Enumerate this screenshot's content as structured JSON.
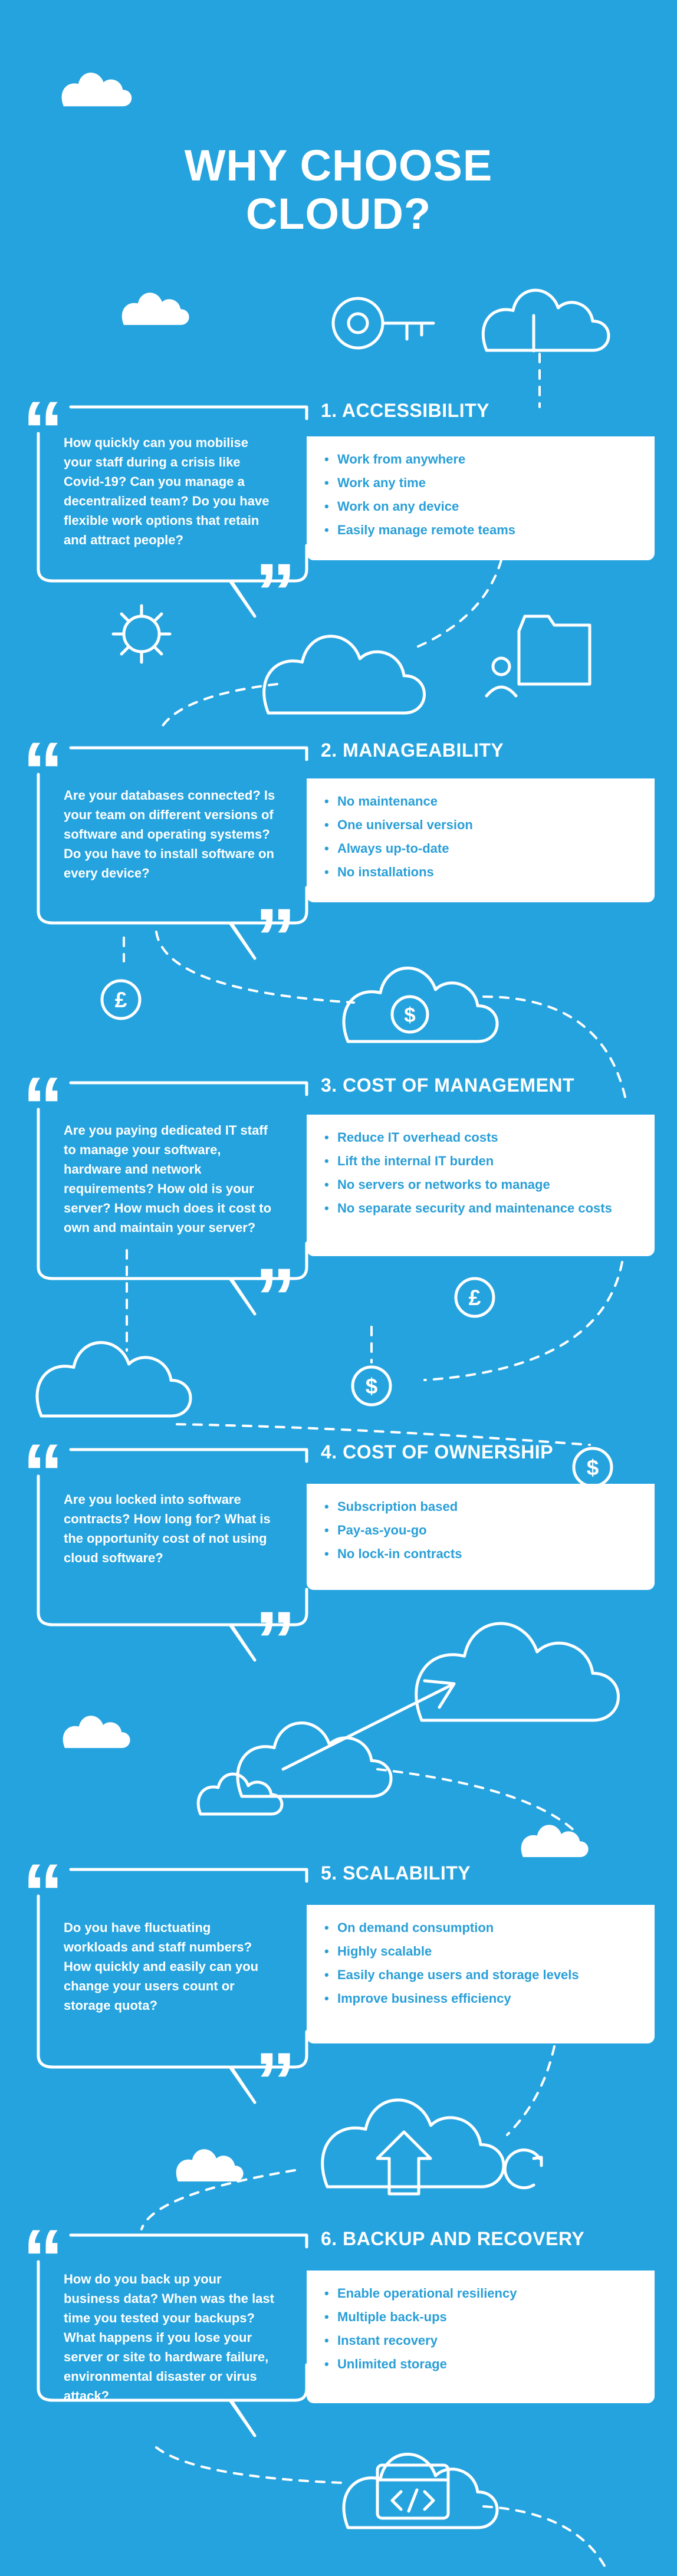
{
  "title": {
    "line1": "WHY CHOOSE",
    "line2": "CLOUD?"
  },
  "quote_mark": "“",
  "close_quote_mark": "”",
  "currency_icons": {
    "dollar": "$",
    "pound": "£"
  },
  "sections": [
    {
      "heading": "1. ACCESSIBILITY",
      "question": "How quickly can you mobilise your staff during a crisis like Covid-19? Can you manage a decentralized team? Do you have flexible work options that retain and attract people?",
      "benefits": [
        "Work from anywhere",
        "Work any time",
        "Work on any device",
        "Easily manage remote teams"
      ]
    },
    {
      "heading": "2. MANAGEABILITY",
      "question": "Are your databases connected? Is your team on different versions of software and operating systems? Do you have to install software on every device?",
      "benefits": [
        "No maintenance",
        "One universal version",
        "Always up-to-date",
        "No installations"
      ]
    },
    {
      "heading": "3. COST OF MANAGEMENT",
      "question": "Are you paying dedicated IT staff to manage your software, hardware and network requirements? How old is your server? How much does it cost to own and maintain your server?",
      "benefits": [
        "Reduce IT overhead costs",
        "Lift the internal IT burden",
        "No servers or networks to manage",
        "No separate security and maintenance costs"
      ]
    },
    {
      "heading": "4. COST OF OWNERSHIP",
      "question": "Are you locked into software contracts? How long for? What is the opportunity cost of not using cloud software?",
      "benefits": [
        "Subscription based",
        "Pay-as-you-go",
        "No lock-in contracts"
      ]
    },
    {
      "heading": "5. SCALABILITY",
      "question": "Do you have fluctuating workloads and staff numbers? How quickly and easily can you change your users count or storage quota?",
      "benefits": [
        "On demand consumption",
        "Highly scalable",
        "Easily change users and storage levels",
        "Improve business efficiency"
      ]
    },
    {
      "heading": "6. BACKUP AND RECOVERY",
      "question": "How do you back up your business data? When was the last time you tested your backups? What happens if you lose your server or site to hardware failure, environmental disaster or virus attack?",
      "benefits": [
        "Enable operational resiliency",
        "Multiple back-ups",
        "Instant recovery",
        "Unlimited storage"
      ]
    }
  ]
}
